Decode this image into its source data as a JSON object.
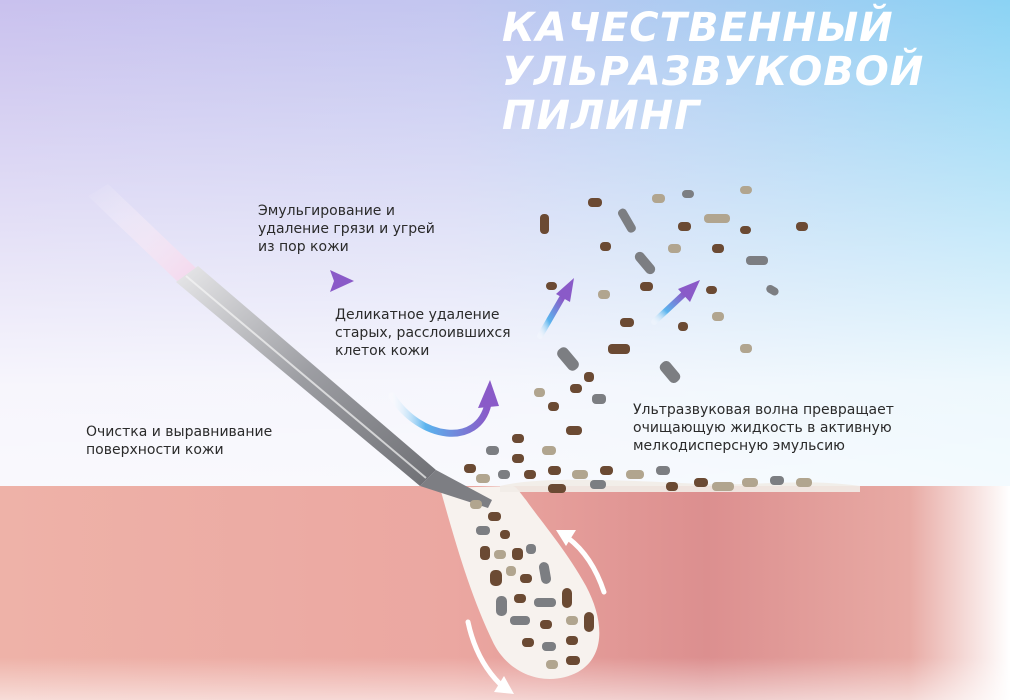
{
  "title": {
    "lines": [
      "КАЧЕСТВЕННЫЙ",
      "УЛЬРАЗВУКОВОЙ",
      "ПИЛИНГ"
    ],
    "color": "#ffffff"
  },
  "labels": {
    "emulsify": [
      "Эмульгирование и",
      "удаление грязи и угрей",
      "из пор кожи"
    ],
    "delicate": [
      "Деликатное удаление",
      "старых, расслоившихся",
      "клеток кожи"
    ],
    "cleaning": [
      "Очистка и выравнивание",
      "поверхности кожи"
    ],
    "wave": [
      "Ультразвуковая волна превращает",
      "очищающую жидкость в активную",
      "мелкодисперсную эмульсию"
    ]
  },
  "colors": {
    "background_top_left": "#c8c0ee",
    "background_top_right": "#8fd4f3",
    "skin": "#eeaea6",
    "skin_dark": "#dc8f8c",
    "pore_fill": "#f7f2ee",
    "arrow_start": "#5ab4ee",
    "arrow_end": "#8a5ac8",
    "particle_brown": "#6b4a33",
    "particle_gray": "#7c7e82",
    "particle_beige": "#b1a58f",
    "text": "#2b2b2b"
  },
  "icons": [
    "ultrasonic-spatula-icon",
    "arrow-icon",
    "particle-icon"
  ]
}
